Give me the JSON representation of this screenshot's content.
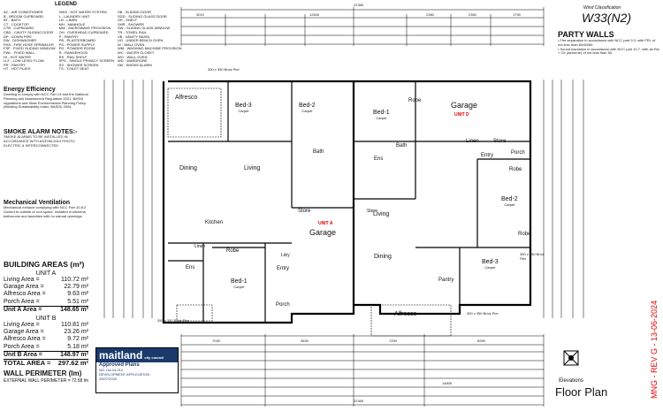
{
  "legend": {
    "title": "LEGEND",
    "col1": [
      "AC - AIR CONDITIONER",
      "B - BROOM CUPBOARD",
      "BT - BATH",
      "CT - COOKTOP",
      "CTB - CUPBOARD",
      "CBD - CAVITY SLIDING DOOR",
      "DP - DOWN PIPE",
      "DW - DISHWASHER",
      "FHS - FIRE HOSE SPRINKLER",
      "FSF - FIXED SLIDING WINDOW",
      "FWL - FIXED WALL",
      "HI - HOT WATER",
      "LLF - LOW LEVEL FLOW",
      "PR - PANTRY",
      "HT - HOT PLATE"
    ],
    "col2": [
      "HWS - HOT WATER SYSTEM",
      "L - LAUNDRY UNIT",
      "LN - LINEN",
      "MH - MANHOLE",
      "MW - MICROWAVE PROVISION",
      "OH - OVERHEAD CUPBOARD",
      "P - PANTRY",
      "PB - PLASTERBOARD",
      "PS - POWER SUPPLY",
      "PD - POWDER ROOM",
      "R - RANGEHOOD",
      "RS - RAIL SHELF",
      "SPS - SINGLE PRIVACY SCREEN",
      "SS - SHOWER SCREEN",
      "TS - TOILET SEAT"
    ],
    "col3": [
      "SB - SLIDING DOOR",
      "SGD - SLIDING GLASS DOOR",
      "SH - SHELF",
      "SHR - SHOWER",
      "SW - SLIDING GLASS WINDOW",
      "TR - TOWEL RAIL",
      "VB - VANITY BASIN",
      "UO - UNDER BENCH OVEN",
      "W - WALL OVEN",
      "WM - WASHING MACHINE PROVISION",
      "WC - WATER CLOSET",
      "WO - WALL OVEN",
      "WD - WARDROBE",
      "SM - SMOKE ALARM"
    ]
  },
  "energy": {
    "title": "Energy Efficiency",
    "text": "Dwelling to comply with NCC Part 13 and the National Planning and Assessment Regulation 2021. BASIX regulations and State Environmental Planning Policy (Building Sustainability Index: BASIX) 2004."
  },
  "smoke": {
    "title": "SMOKE ALARM NOTES:-",
    "text": "SMOKE ALARMS TO BE INSTALLED IN ACCORDANCE WITH AS3786-2014 PHOTO-ELECTRIC & INTERCONNECTED"
  },
  "ventilation": {
    "title": "Mechanical Ventilation",
    "text": "Mechanical exhaust complying with NCC Part 10.8.2 Ducted to outside or roof space. Installed in kitchens, bathrooms and laundries with no natural openings."
  },
  "building_areas": {
    "title": "BUILDING AREAS (m²)",
    "unit_a": {
      "title": "UNIT A",
      "rows": [
        {
          "label": "Living Area =",
          "value": "110.72 m²"
        },
        {
          "label": "Garage Area =",
          "value": "22.79 m²"
        },
        {
          "label": "Alfresco Area =",
          "value": "9.63 m²"
        },
        {
          "label": "Porch Area =",
          "value": "5.51 m²"
        }
      ],
      "total": {
        "label": "Unit A Area =",
        "value": "148.65 m²"
      }
    },
    "unit_b": {
      "title": "UNIT B",
      "rows": [
        {
          "label": "Living Area =",
          "value": "110.81 m²"
        },
        {
          "label": "Garage Area =",
          "value": "23.26 m²"
        },
        {
          "label": "Alfresco Area =",
          "value": "9.72 m²"
        },
        {
          "label": "Porch Area =",
          "value": "5.18 m²"
        }
      ],
      "total": {
        "label": "Unit B Area =",
        "value": "148.97 m²"
      }
    },
    "grand_total": {
      "label": "TOTAL AREA =",
      "value": "297.62 m²"
    }
  },
  "wall_perimeter": {
    "title": "WALL PERIMETER (lm)",
    "row": {
      "label": "EXTERNAL WALL PERIMETER =",
      "value": "72.58 lm"
    }
  },
  "stamp": {
    "brand": "maitland",
    "sub": "city council",
    "approved": "Approved Plans",
    "no": "NO. DA 24-212",
    "type": "DEVELOPMENT APPLICATION",
    "date": "25/07/2024"
  },
  "wind": {
    "label": "Wind Classification",
    "value": "W33(N2)"
  },
  "party_walls": {
    "title": "PARTY WALLS",
    "bullets": [
      "Fire separation in accordance with NCC part 9.3, with FRL of not less than 60/60/60.",
      "Sound insulation in accordance with NCC part 10.7, with an Rw + Ctr (airborne) of not less than 50."
    ]
  },
  "rooms": {
    "alfresco_a": "Alfresco",
    "bed3_a": "Bed-3",
    "bed2_a": "Bed-2",
    "dining_a": "Dining",
    "living_a": "Living",
    "kitchen_a": "Kitchen",
    "robe_a": "Robe",
    "ens_a": "Ens",
    "entry_a": "Entry",
    "store_a": "Store",
    "bed1_a": "Bed-1",
    "porch_a": "Porch",
    "garage_a": "Garage",
    "bath_a": "Bath",
    "bed1_b": "Bed-1",
    "robe_b": "Robe",
    "garage_b": "Garage",
    "linen_b": "Linen",
    "store_b": "Store",
    "entry_b": "Entry",
    "porch_b": "Porch",
    "bath_b": "Bath",
    "ens_b": "Ens",
    "living_b": "Living",
    "robe2_b": "Robe",
    "bed2_b": "Bed-2",
    "robe3_b": "Robe",
    "dining_b": "Dining",
    "bed3_b": "Bed-3",
    "pantry_b": "Pantry",
    "alfresco_b": "Alfresco",
    "linen_a": "Linen",
    "store2_b": "Store",
    "ldy_a": "Ldry",
    "carpet": "Carpet",
    "unit_a": "UNIT A",
    "unit_b": "UNIT D"
  },
  "dims": {
    "overall": "22360",
    "d1": "3010",
    "d2": "12840",
    "d3": "2380",
    "d4": "2360",
    "d5": "1790",
    "brick": "350 x 350 Brick Pier",
    "brick2": "350 x 350 Brick Pier",
    "brick3": "350 x 350 Brick Pier",
    "brick4": "350 x 350 Brick Pier",
    "b1": "7030",
    "b2": "3830",
    "b3": "7290",
    "b4": "6990",
    "b5": "14805",
    "b6": "22365"
  },
  "footer": {
    "elevations": "Elevations",
    "title": "Floor Plan",
    "revision": "MNG - REV G - 13-06-2024"
  }
}
